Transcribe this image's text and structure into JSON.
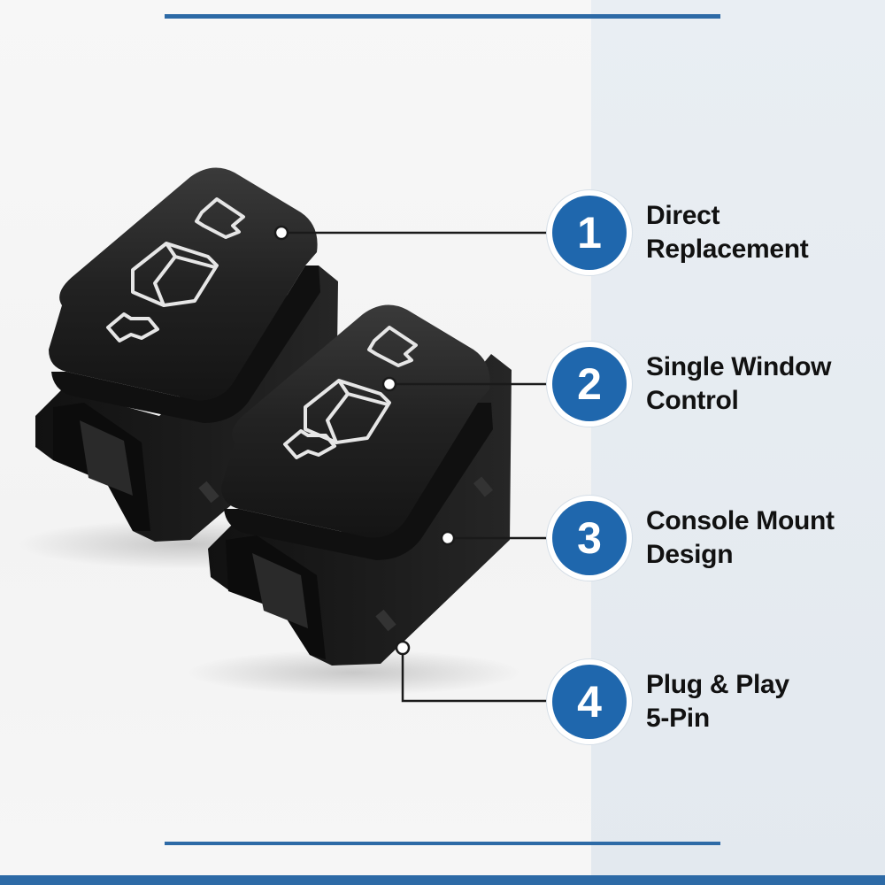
{
  "colors": {
    "accent_blue": "#1f67ad",
    "rule_blue": "#2d6aa6",
    "panel_right": "#e6ebf0",
    "switch_body": "#1c1c1c",
    "text": "#111111"
  },
  "features": [
    {
      "number": "1",
      "line1": "Direct",
      "line2": "Replacement"
    },
    {
      "number": "2",
      "line1": "Single Window",
      "line2": "Control"
    },
    {
      "number": "3",
      "line1": "Console Mount",
      "line2": "Design"
    },
    {
      "number": "4",
      "line1": "Plug & Play",
      "line2": "5-Pin"
    }
  ],
  "icons": {
    "switch_face": "window-door-icon",
    "arrow_up": "arrow-up-icon",
    "arrow_down": "arrow-down-icon"
  }
}
